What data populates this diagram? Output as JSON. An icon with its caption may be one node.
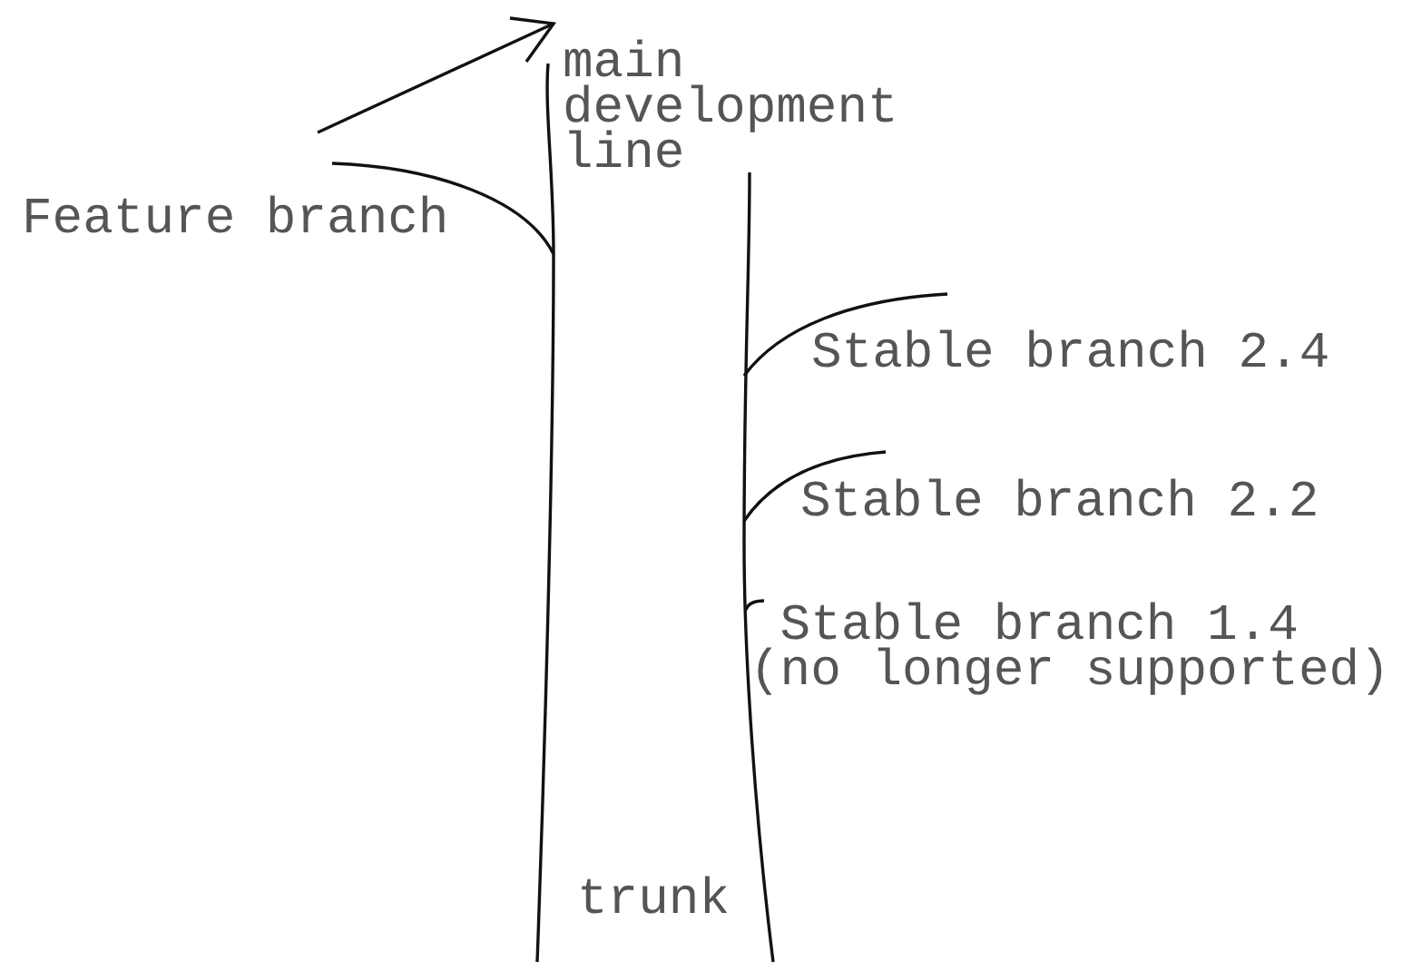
{
  "diagram": {
    "labels": [
      "main development line",
      "Feature branch",
      "Stable branch 2.4",
      "Stable branch 2.2",
      "Stable branch 1.4 (no longer supported)",
      "trunk"
    ]
  }
}
